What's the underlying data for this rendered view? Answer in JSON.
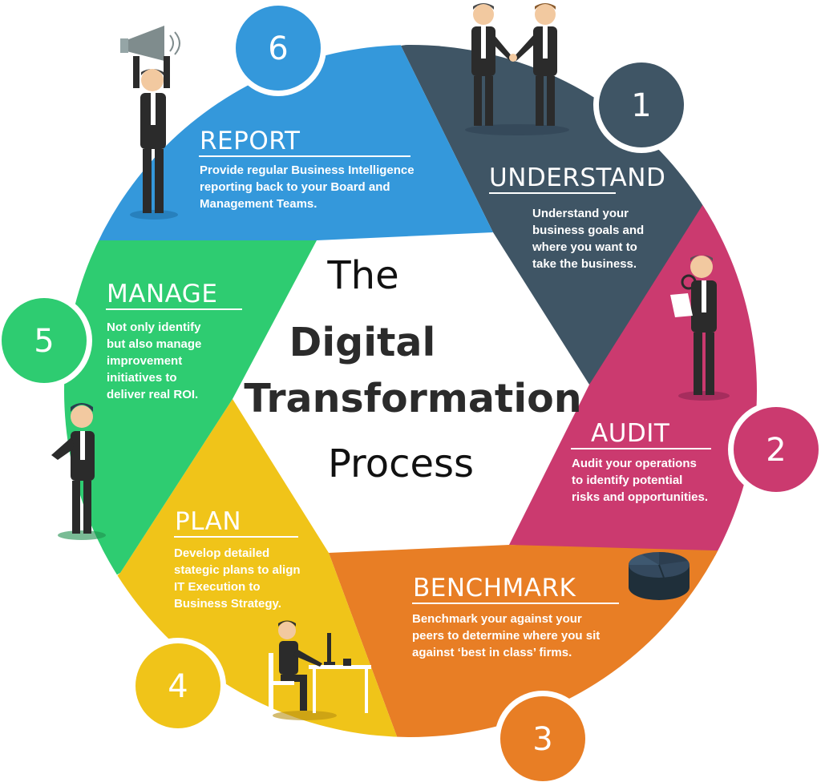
{
  "center": {
    "line1": "The",
    "line2": "Digital",
    "line3": "Transformation",
    "line4": "Process"
  },
  "colors": {
    "understand": "#3f5565",
    "audit": "#cb3a6f",
    "benchmark": "#e87e25",
    "plan": "#f0c419",
    "manage": "#2ecc71",
    "report": "#3498db"
  },
  "steps": [
    {
      "number": "1",
      "title": "UNDERSTAND",
      "lines": [
        "Understand your",
        "business goals and",
        "where you want to",
        "take the business."
      ],
      "illustration": "handshake-people-icon"
    },
    {
      "number": "2",
      "title": "AUDIT",
      "lines": [
        "Audit your operations",
        "to identify potential",
        "risks and opportunities."
      ],
      "illustration": "magnifier-person-icon"
    },
    {
      "number": "3",
      "title": "BENCHMARK",
      "lines": [
        "Benchmark your against your",
        "peers to determine  where you sit",
        "against ‘best in class’ firms."
      ],
      "illustration": "pie-chart-3d-icon"
    },
    {
      "number": "4",
      "title": "PLAN",
      "lines": [
        "Develop detailed",
        "stategic plans to align",
        "IT Execution to",
        "Business Strategy."
      ],
      "illustration": "desk-worker-icon"
    },
    {
      "number": "5",
      "title": "MANAGE",
      "lines": [
        "Not only identify",
        "but also manage",
        "improvement",
        "initiatives to",
        "deliver real ROI."
      ],
      "illustration": "manager-person-icon"
    },
    {
      "number": "6",
      "title": "REPORT",
      "lines": [
        "Provide regular Business Intelligence",
        "reporting back to your Board and",
        "Management Teams."
      ],
      "illustration": "megaphone-person-icon"
    }
  ]
}
